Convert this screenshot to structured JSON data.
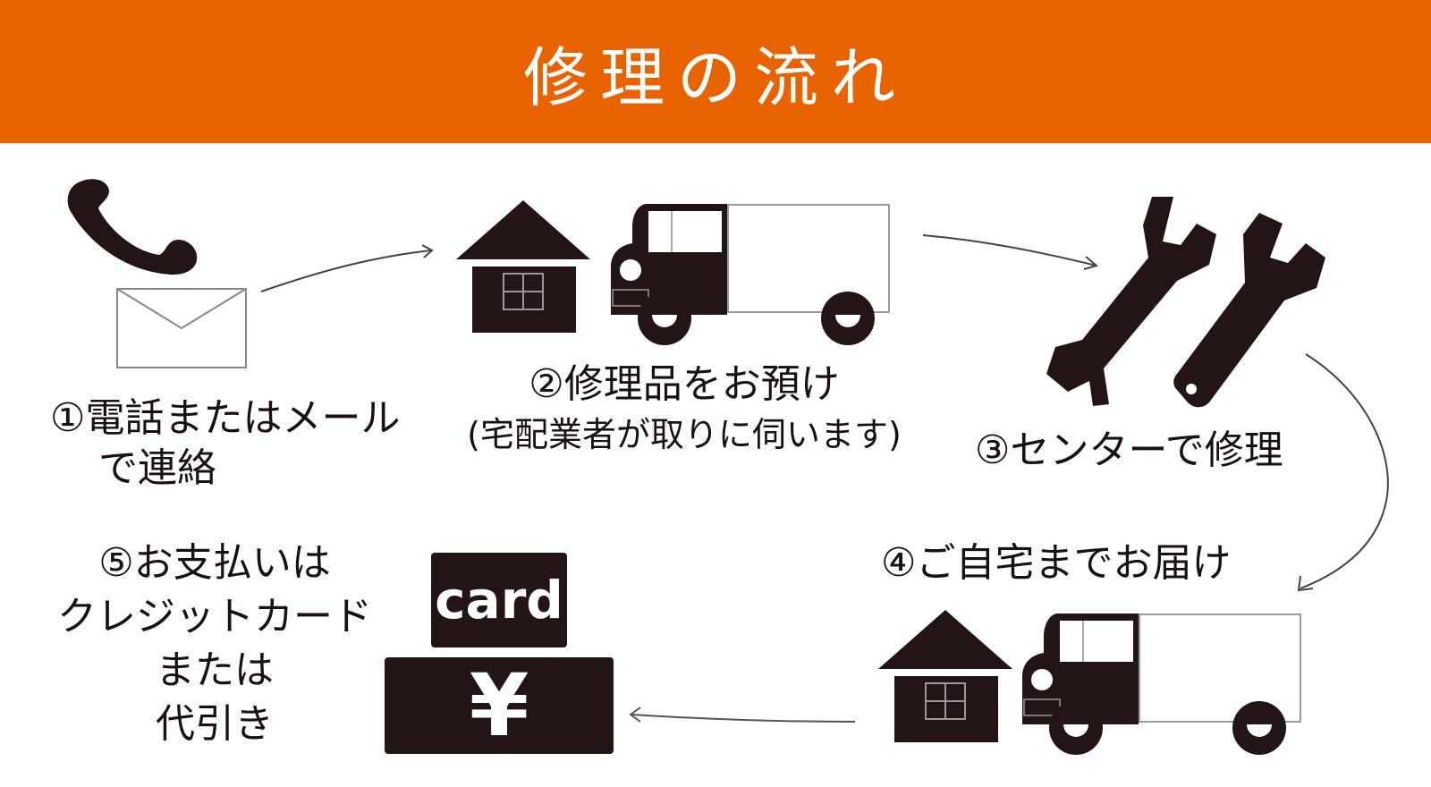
{
  "header": {
    "title": "修理の流れ",
    "background": "#e86200",
    "text_color": "#ffffff"
  },
  "colors": {
    "icon_fill": "#231515",
    "arrow": "#555555"
  },
  "steps": [
    {
      "number": "①",
      "lines": [
        "①電話またはメール",
        "で連絡"
      ],
      "icons": [
        "phone-icon",
        "envelope-icon"
      ]
    },
    {
      "number": "②",
      "lines": [
        "②修理品をお預け",
        "(宅配業者が取りに伺います)"
      ],
      "icons": [
        "house-icon",
        "truck-icon"
      ]
    },
    {
      "number": "③",
      "lines": [
        "③センターで修理"
      ],
      "icons": [
        "wrench-icon",
        "wrench-icon"
      ]
    },
    {
      "number": "④",
      "lines": [
        "④ご自宅までお届け"
      ],
      "icons": [
        "house-icon",
        "truck-icon"
      ]
    },
    {
      "number": "⑤",
      "lines": [
        "⑤お支払いは",
        "クレジットカード",
        "または",
        "代引き"
      ],
      "icons": [
        "card-icon",
        "yen-icon"
      ]
    }
  ],
  "payment": {
    "card_label": "card",
    "yen_label": "¥"
  }
}
